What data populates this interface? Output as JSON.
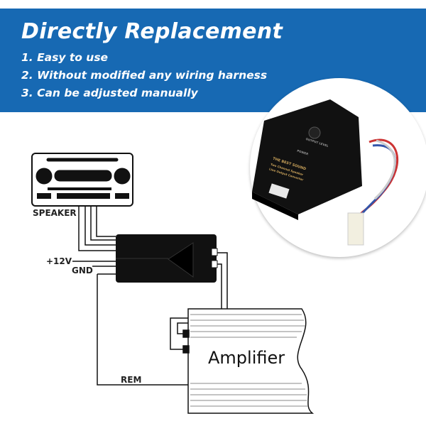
{
  "header": {
    "title": "Directly Replacement",
    "features": [
      "1. Easy to use",
      "2. Without modified any wiring harness",
      "3. Can be adjusted manually"
    ]
  },
  "product": {
    "brand": "THE BEST SOUND",
    "line1": "Two Channel Speaker",
    "line2": "Line Output Converter",
    "knob": "OUTPUT LEVEL",
    "led": "POWER"
  },
  "diagram": {
    "speaker": "SPEAKER",
    "v12": "+12V",
    "gnd": "GND",
    "rem": "REM",
    "amplifier": "Amplifier"
  },
  "colors": {
    "banner": "#1769b3"
  }
}
